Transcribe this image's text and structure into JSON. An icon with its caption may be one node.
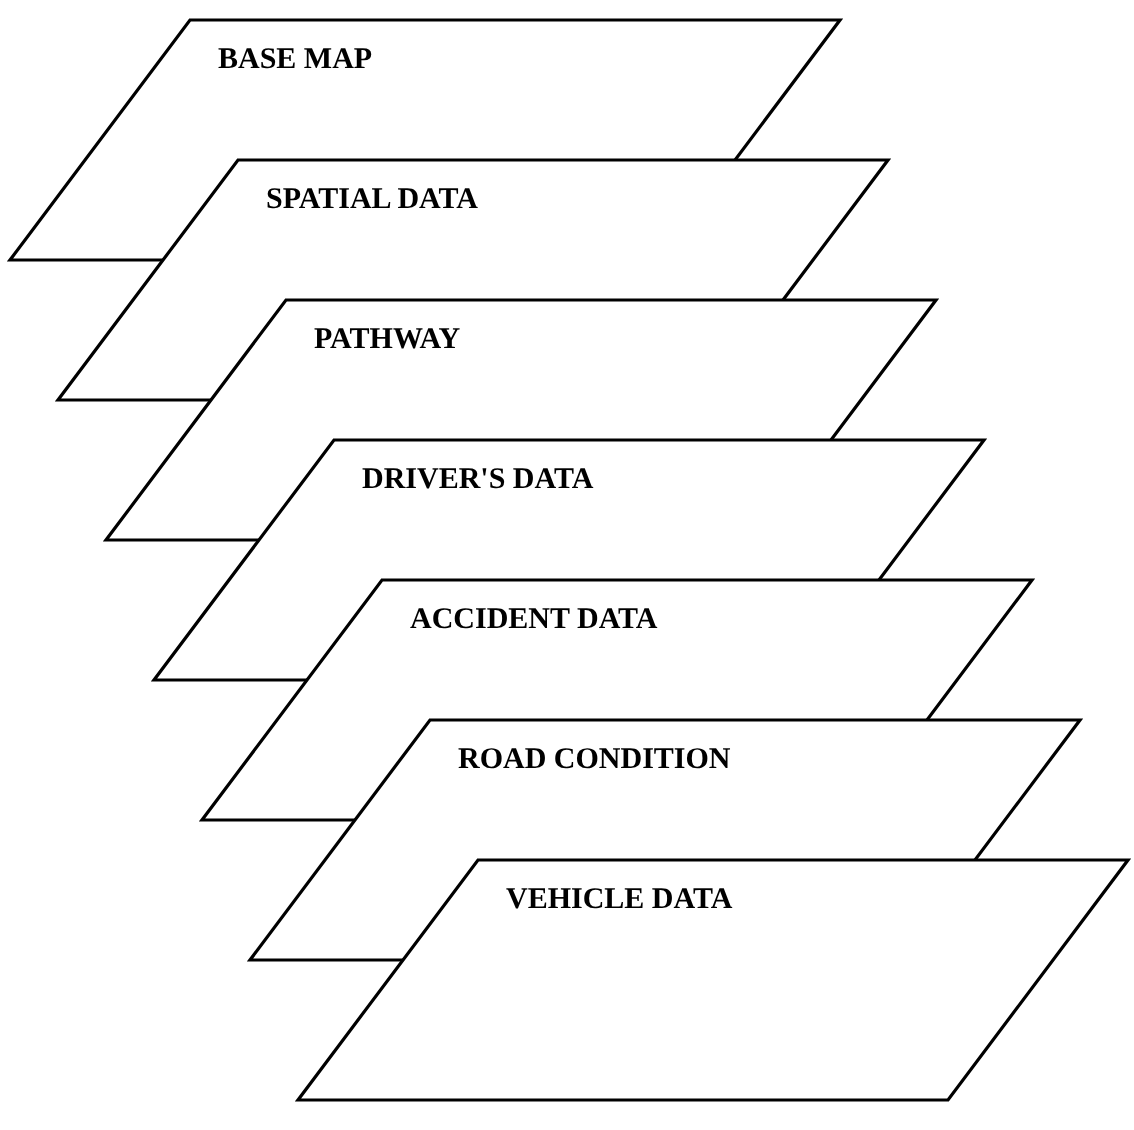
{
  "diagram": {
    "nodes": [
      {
        "text": [
          "BASE MAP"
        ]
      },
      {
        "text": [
          "SPATIAL DATA"
        ]
      },
      {
        "text": [
          "PATHWAY"
        ]
      },
      {
        "text": [
          "DRIVER'S DATA"
        ]
      },
      {
        "text": [
          "ACCIDENT DATA"
        ]
      },
      {
        "text": [
          "ROAD CONDITION"
        ]
      },
      {
        "text": [
          "VEHICLE DATA"
        ]
      }
    ]
  }
}
